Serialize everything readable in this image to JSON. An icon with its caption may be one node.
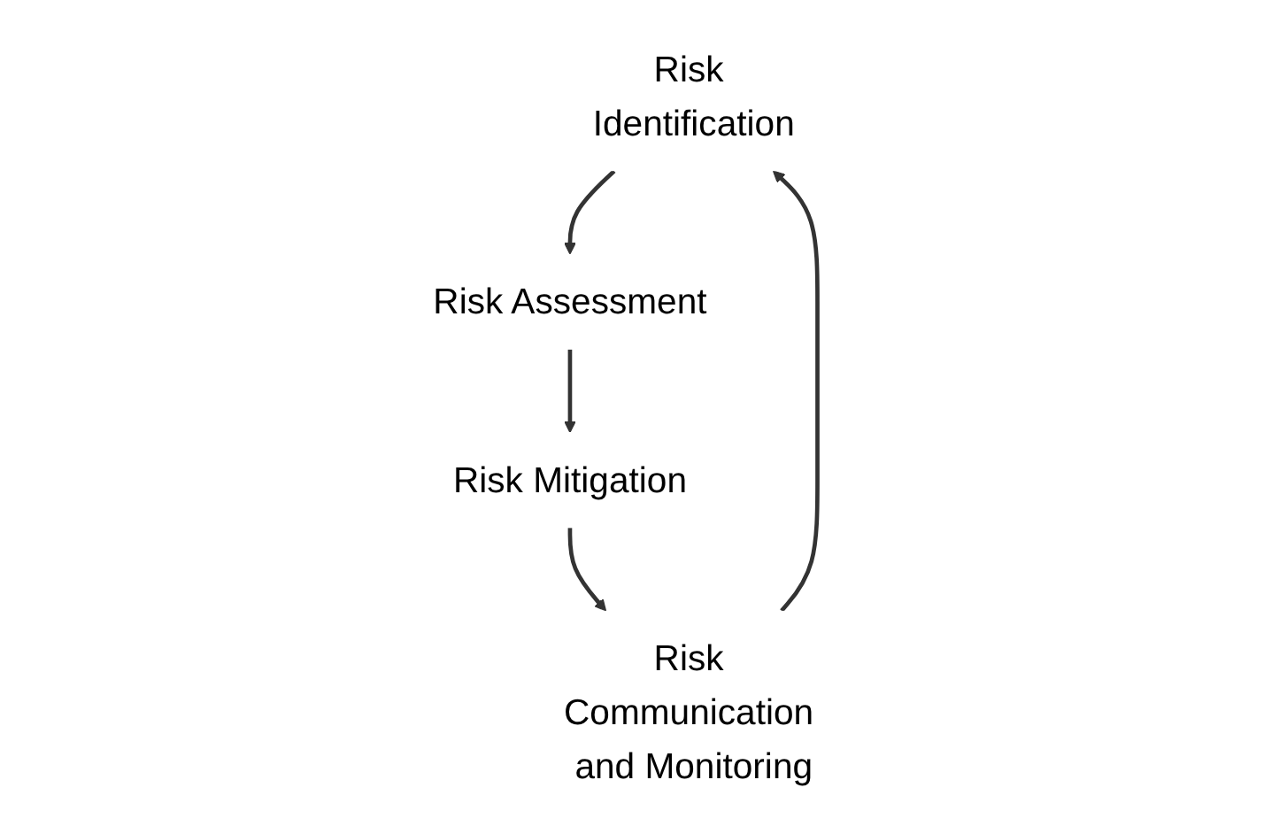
{
  "diagram": {
    "nodes": [
      {
        "text": [
          "Risk Identification"
        ]
      },
      {
        "text": [
          "Risk Assessment"
        ]
      },
      {
        "text": [
          "Risk Mitigation"
        ]
      },
      {
        "text": [
          "Risk Communication and Monitoring"
        ]
      }
    ],
    "edges": [
      {
        "from": 0,
        "to": 1,
        "arrow": "to"
      },
      {
        "from": 1,
        "to": 2,
        "arrow": "to"
      },
      {
        "from": 2,
        "to": 3,
        "arrow": "to"
      },
      {
        "from": 3,
        "to": 0,
        "arrow": "to"
      }
    ]
  }
}
